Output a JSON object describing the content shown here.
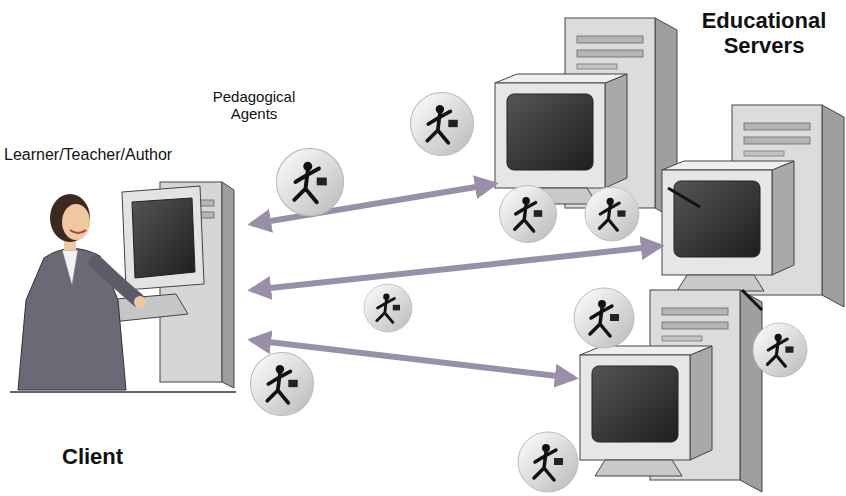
{
  "diagram": {
    "labels": [
      "Educational Servers",
      "Pedagogical Agents",
      "Learner/Teacher/Author",
      "Client"
    ]
  }
}
